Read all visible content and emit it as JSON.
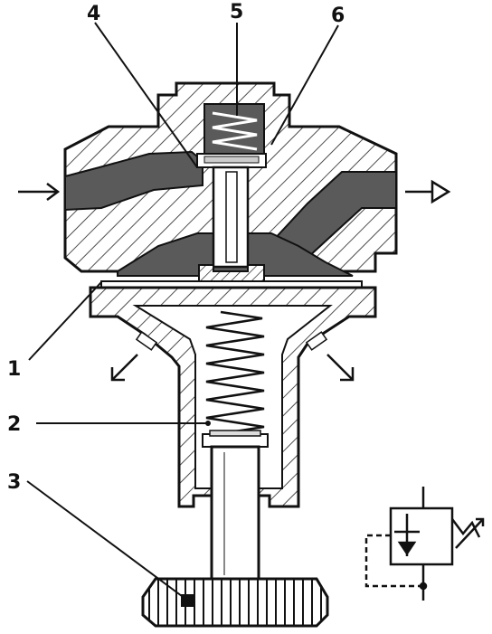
{
  "labels": {
    "n1": "1",
    "n2": "2",
    "n3": "3",
    "n4": "4",
    "n5": "5",
    "n6": "6"
  },
  "colors": {
    "ink": "#111111",
    "duct": "#5a5a5a",
    "hatch": "#222222",
    "paper": "#ffffff"
  },
  "icons": {
    "inlet": "arrow-right-icon",
    "outlet": "arrow-right-icon",
    "exhaust_left": "arrow-down-left-icon",
    "exhaust_right": "arrow-down-right-icon",
    "symbol": "pressure-regulator-symbol-icon"
  }
}
